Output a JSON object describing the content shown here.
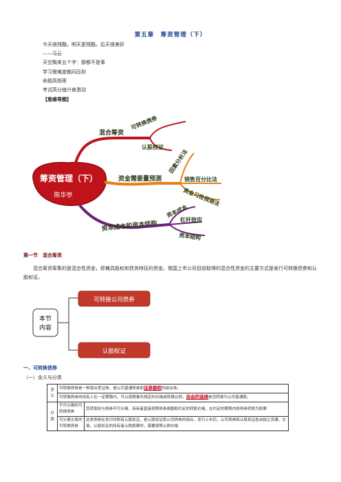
{
  "document": {
    "title": "第五章　筹资管理（下）",
    "intro_lines": [
      "今天很残酷，明天更残酷，后天很美好",
      "——马云",
      "天空飘来五个字：那都不是事",
      "学习需难度都闷压抑",
      "命题高频率",
      "考试高分值兴奋激动"
    ],
    "mindmap_heading": "【思维导图】"
  },
  "mindmap": {
    "center_title": "筹资管理（下）",
    "center_author": "陈华亭",
    "branches": [
      {
        "label": "混合筹资",
        "children": [
          "可转换债券",
          "认股权证"
        ]
      },
      {
        "label": "资金需要量预测",
        "children": [
          "因素分析法",
          "销售百分比法",
          "资金习性预测法"
        ]
      },
      {
        "label": "资本成本和资本结构",
        "children": [
          "资本成本",
          "杠杆效应",
          "资本结构"
        ]
      }
    ]
  },
  "section": {
    "heading": "第一节　混合筹资",
    "paragraph": "混合筹资筹集的是混合性资金，即兼具股权和债务特征的资金。我国上市公司目前取得的混合性资金的主要方式是发行可转换债券和认股权证。"
  },
  "diagram": {
    "left_box": "本节内容",
    "top_box": "可转换公司债券",
    "bottom_box": "认股权证"
  },
  "subsection": {
    "heading1": "一、可转换债券",
    "heading2": "（一）含义与分类"
  },
  "table": {
    "rows": [
      {
        "category": "含义",
        "subcategory": "",
        "text_a": "可转换债券是一种混合型证券，是公司普通债券和",
        "em": "证券期权",
        "text_b": "的组合体。"
      },
      {
        "category": "",
        "subcategory": "",
        "text_a": "可转换债券的持有人在一定期限内，可以按照事先规定的价格或转换比例，",
        "em": "自由的选择",
        "text_b": "是否转换为公司普通股。"
      },
      {
        "category": "分类",
        "subcategory": "不可分离的可转换债券",
        "text_a": "其转股权与债券不可分离，持有者直接按照债券面额和约定的转股价格，在约定的期限内将债券转换为股票",
        "em": "",
        "text_b": ""
      },
      {
        "category": "",
        "subcategory": "可分离交易的可转换债券",
        "text_a": "这类债券在发行时附有认股权证，是认股权证和公司债券的组合，发行上市后，公司债券和认股权证各自独立流通、交易。认股权证的持有者认购股票时，需要按照认购价格",
        "em": "",
        "text_b": ""
      }
    ]
  },
  "colors": {
    "title": "#1f3f8f",
    "branch": "#2b3f1a",
    "mindmap_red": "#c0121a",
    "mindmap_orange": "#e87f12",
    "mindmap_purple": "#6d1f75",
    "box_red": "#c0392b",
    "emphasis": "#c0001f"
  }
}
